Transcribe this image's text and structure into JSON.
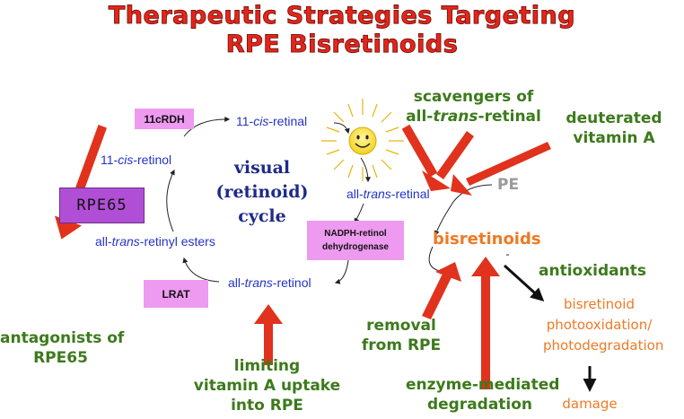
{
  "title": {
    "line1": "Therapeutic Strategies Targeting",
    "line2": "RPE Bisretinoids"
  },
  "boxes": {
    "rdh": "11cRDH",
    "rpe65": "RPE65",
    "nadph_line1": "NADPH-retinol",
    "nadph_line2": "dehydrogenase",
    "lrat": "LRAT"
  },
  "cycle_labels": {
    "cis_retinal": {
      "prefix": "11-",
      "italic": "cis",
      "suffix": "-retinal"
    },
    "cis_retinol": {
      "prefix": "11-",
      "italic": "cis",
      "suffix": "-retinol"
    },
    "trans_retinal": {
      "prefix": "all-",
      "italic": "trans",
      "suffix": "-retinal"
    },
    "trans_retinol": {
      "prefix": "all-",
      "italic": "trans",
      "suffix": "-retinol"
    },
    "retinyl_esters": {
      "prefix": "all-",
      "italic": "trans",
      "suffix": "-retinyl esters"
    },
    "center_line1": "visual",
    "center_line2": "(retinoid)",
    "center_line3": "cycle",
    "pe": "PE"
  },
  "products": {
    "bisretinoids": "bisretinoids",
    "photo_line1": "bisretinoid",
    "photo_line2": "photooxidation/",
    "photo_line3": "photodegradation",
    "damage": "damage"
  },
  "strategies": {
    "scavengers_line1": "scavengers of",
    "scavengers_prefix": "all-",
    "scavengers_italic": "trans",
    "scavengers_suffix": "-retinal",
    "deuterated_line1": "deuterated",
    "deuterated_line2": "vitamin A",
    "antioxidants": "antioxidants",
    "antagonists_line1": "antagonists of",
    "antagonists_line2": "RPE65",
    "limiting_line1": "limiting",
    "limiting_line2": "vitamin A uptake",
    "limiting_line3": "into RPE",
    "removal_line1": "removal",
    "removal_line2": "from RPE",
    "enzyme_line1": "enzyme-mediated",
    "enzyme_line2": "degradation"
  },
  "colors": {
    "title": "#e8241a",
    "red_arrow": "#e0321c",
    "cycle_text": "#2433c9",
    "strategy_text": "#3d7a1c",
    "product_text": "#ee7a24",
    "box_fill": "#ee9af0",
    "rpe65_fill": "#b04fd6"
  },
  "icons": [
    "sun-icon"
  ]
}
